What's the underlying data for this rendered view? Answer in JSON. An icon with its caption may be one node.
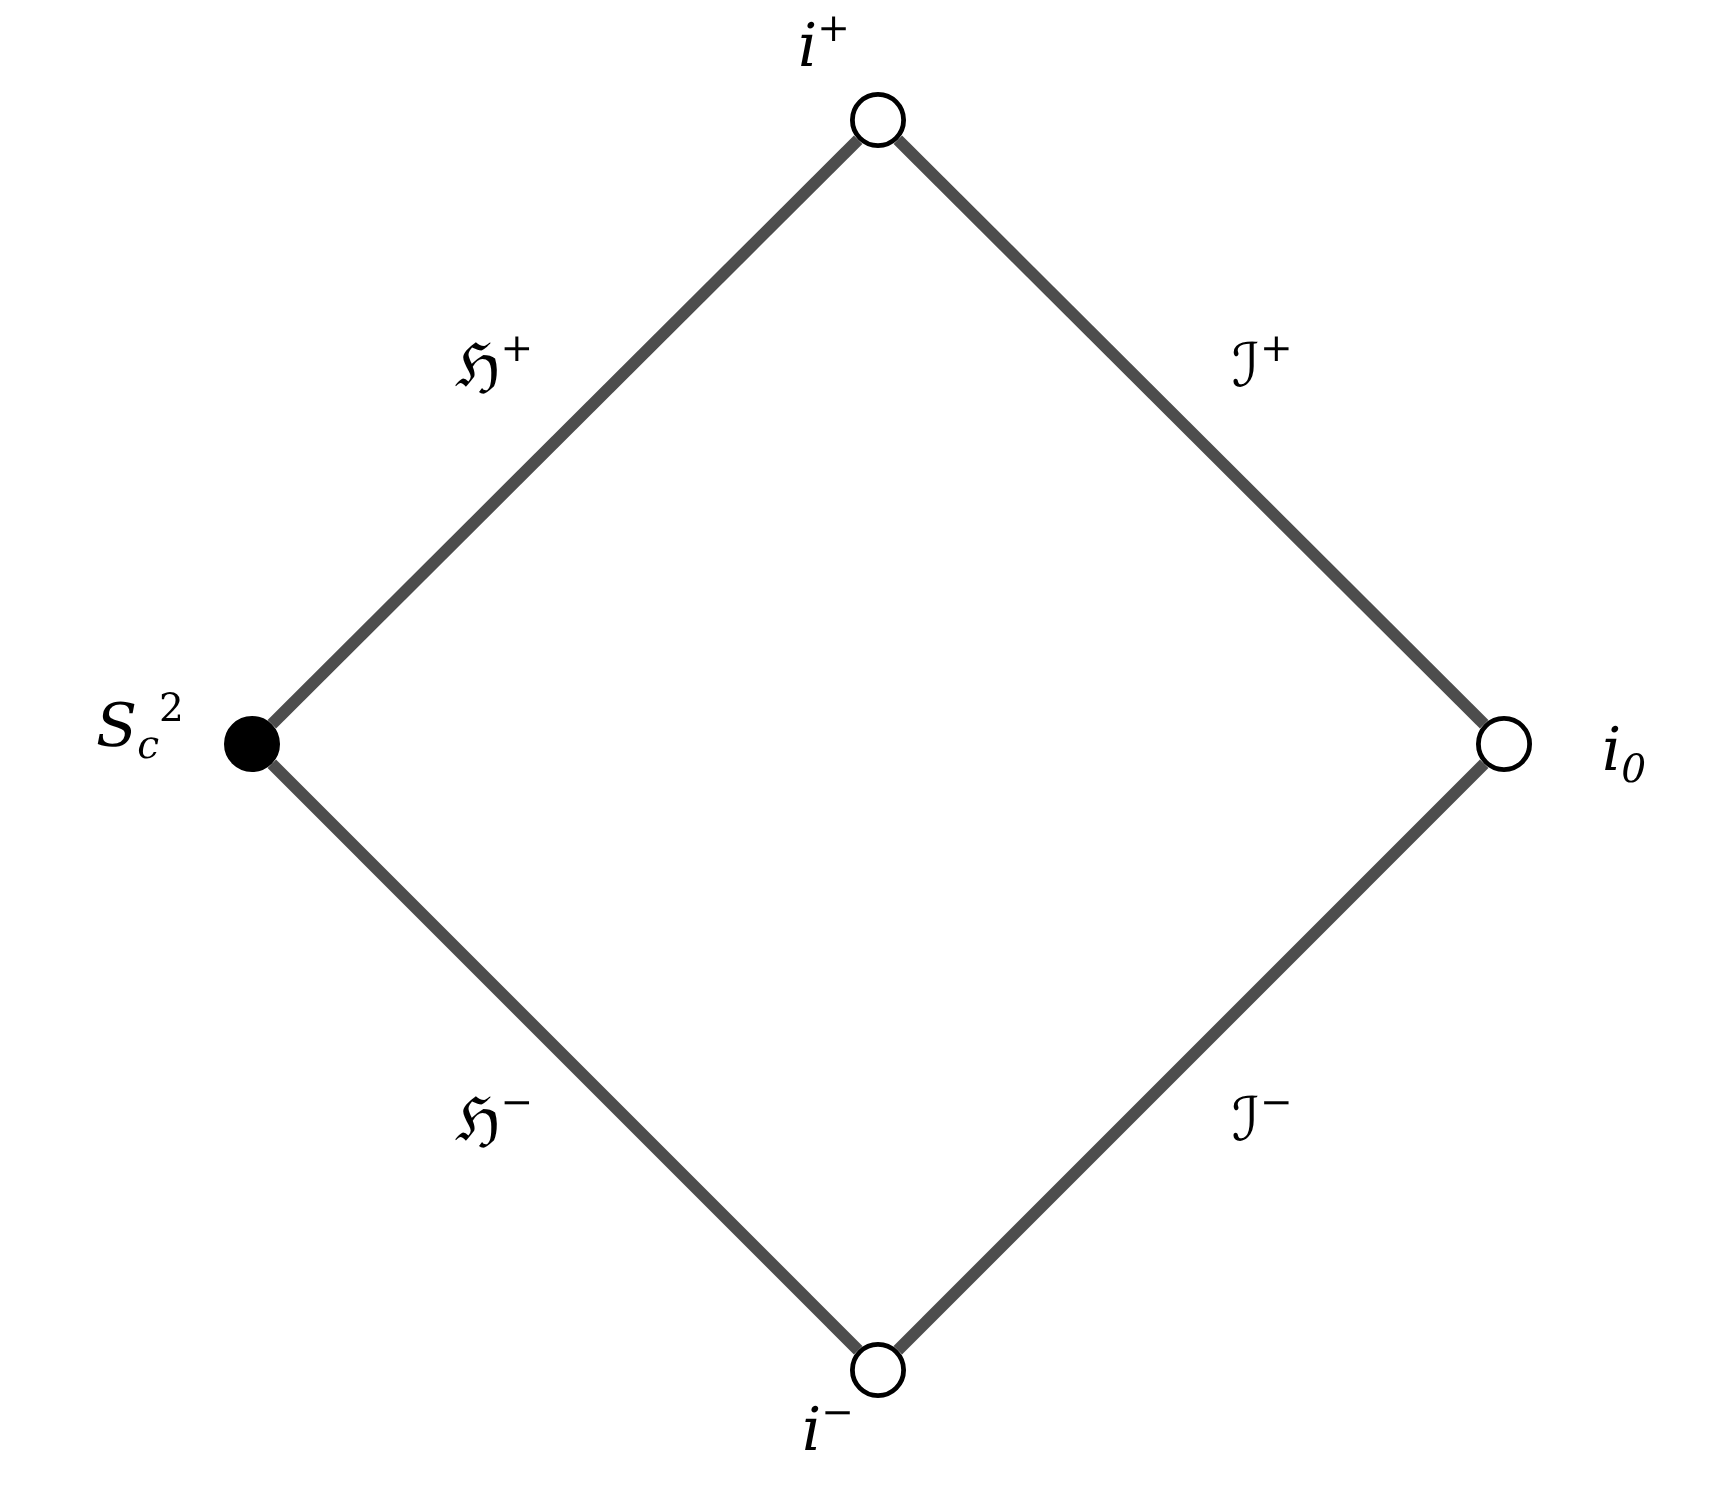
{
  "diagram": {
    "nodes": [
      {
        "text": [],
        "shape": "circle",
        "beside": [
          "i$^{+}$"
        ]
      },
      {
        "text": [],
        "shape": "circle",
        "beside": [
          "S$_{c}$$^{2}$"
        ]
      },
      {
        "text": [],
        "shape": "circle",
        "beside": [
          "i$_{0}$"
        ]
      },
      {
        "text": [],
        "shape": "circle",
        "beside": [
          "i$^{−}$"
        ]
      }
    ],
    "edges": [
      {
        "from": 1,
        "to": 0,
        "arrow": "none",
        "label": "ℌ$^{+}$"
      },
      {
        "from": 0,
        "to": 2,
        "arrow": "none",
        "label": "ℐ$^{+}$"
      },
      {
        "from": 1,
        "to": 3,
        "arrow": "none",
        "label": "ℌ$^{−}$"
      },
      {
        "from": 3,
        "to": 2,
        "arrow": "none",
        "label": "ℐ$^{−}$"
      }
    ]
  }
}
